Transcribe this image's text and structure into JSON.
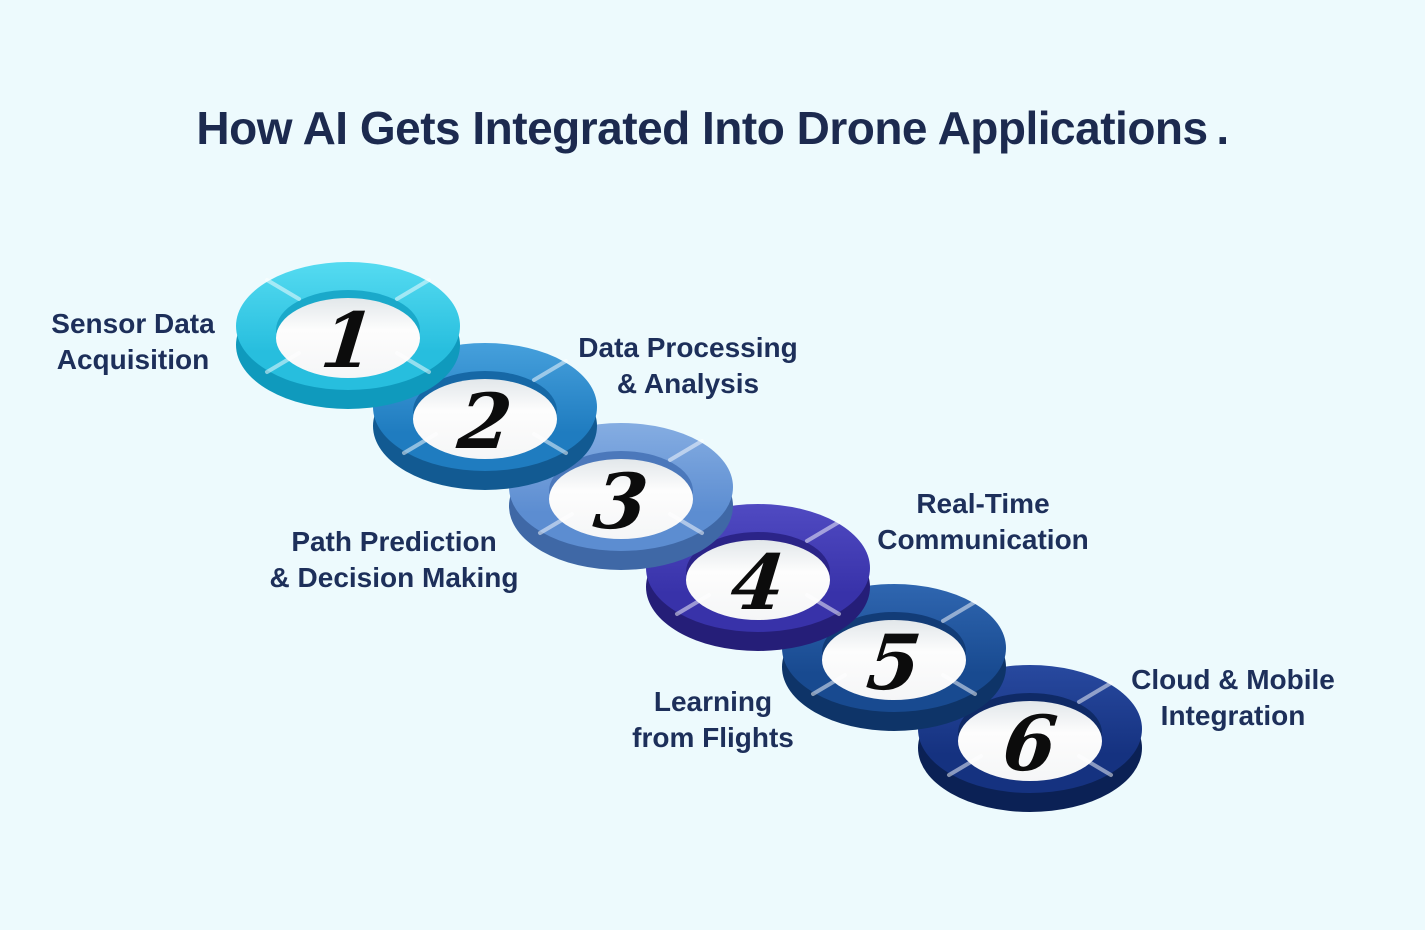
{
  "title": "How AI Gets Integrated Into Drone Applications .",
  "colors": {
    "background": "#edfafd",
    "title_text": "#1c2a4f",
    "label_text": "#1d2f5a",
    "number_text": "#0c0c0c",
    "ring_hole": "#fcfcfc"
  },
  "steps": [
    {
      "number": "1",
      "label": [
        "Sensor Data",
        "Acquisition"
      ],
      "ring": {
        "top": "#27bede",
        "top_light": "#55dbf1",
        "side": "#0f9abd",
        "inner_wall": "#1aa9ca"
      }
    },
    {
      "number": "2",
      "label": [
        "Data Processing",
        "& Analysis"
      ],
      "ring": {
        "top": "#1f7cc0",
        "top_light": "#46a0dc",
        "side": "#125a92",
        "inner_wall": "#1668a6"
      }
    },
    {
      "number": "3",
      "label": [
        "Path Prediction",
        "& Decision Making"
      ],
      "ring": {
        "top": "#5c8dd1",
        "top_light": "#85ade2",
        "side": "#3f68a6",
        "inner_wall": "#4b78bb"
      }
    },
    {
      "number": "4",
      "label": [
        "Real-Time",
        "Communication"
      ],
      "ring": {
        "top": "#3832a9",
        "top_light": "#504ac2",
        "side": "#251e78",
        "inner_wall": "#2b2488"
      }
    },
    {
      "number": "5",
      "label": [
        "Learning",
        "from Flights"
      ],
      "ring": {
        "top": "#184a90",
        "top_light": "#2f66b0",
        "side": "#0e3468",
        "inner_wall": "#123c77"
      }
    },
    {
      "number": "6",
      "label": [
        "Cloud & Mobile",
        "Integration"
      ],
      "ring": {
        "top": "#153280",
        "top_light": "#28499f",
        "side": "#0b2155",
        "inner_wall": "#0f2a66"
      }
    }
  ]
}
